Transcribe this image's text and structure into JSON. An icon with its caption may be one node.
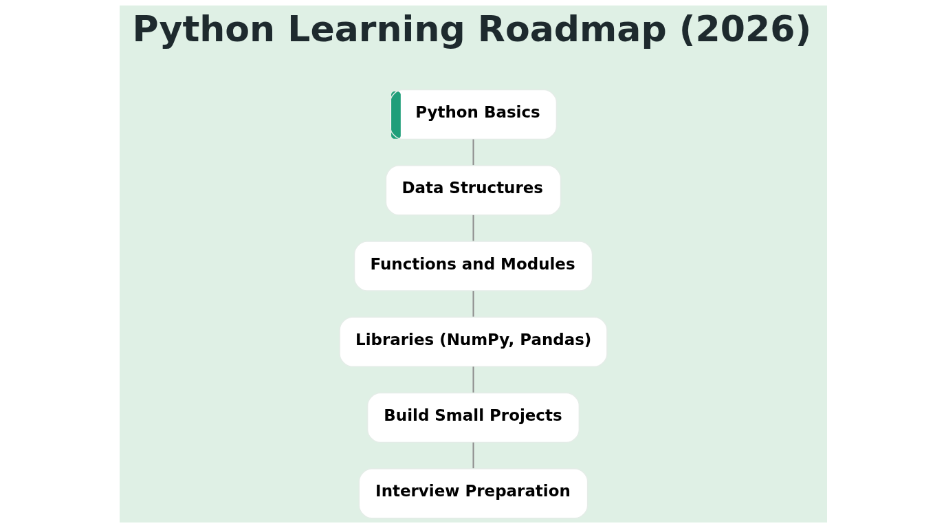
{
  "diagram": {
    "title": "Python Learning Roadmap (2026)",
    "nodes": [
      {
        "text": [
          "Python Basics"
        ]
      },
      {
        "text": [
          "Data Structures"
        ]
      },
      {
        "text": [
          "Functions and Modules"
        ]
      },
      {
        "text": [
          "Libraries (NumPy, Pandas)"
        ]
      },
      {
        "text": [
          "Build Small Projects"
        ]
      },
      {
        "text": [
          "Interview Preparation"
        ]
      }
    ],
    "edges": [
      {
        "from": 0,
        "to": 1,
        "arrow": "none"
      },
      {
        "from": 1,
        "to": 2,
        "arrow": "none"
      },
      {
        "from": 2,
        "to": 3,
        "arrow": "none"
      },
      {
        "from": 3,
        "to": 4,
        "arrow": "none"
      },
      {
        "from": 4,
        "to": 5,
        "arrow": "none"
      }
    ]
  }
}
